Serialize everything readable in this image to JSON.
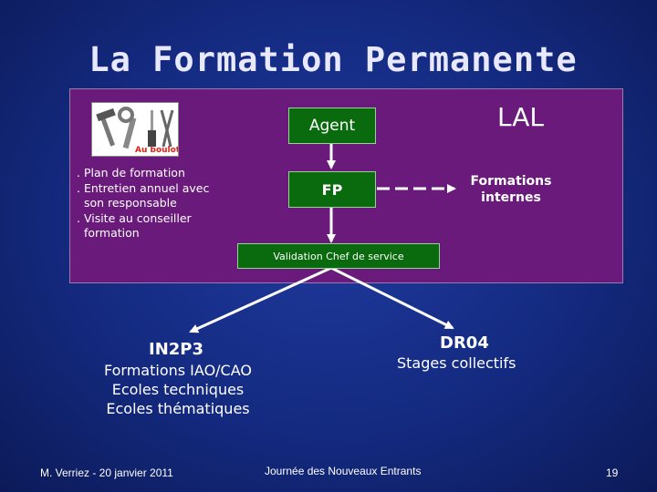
{
  "slide": {
    "title": "La Formation Permanente",
    "lab": "LAL"
  },
  "diagram": {
    "agent": "Agent",
    "fp": "FP",
    "formations_internes": [
      "Formations",
      "internes"
    ],
    "validation": "Validation Chef de service",
    "tools_caption": "Au boulot !",
    "plan_items": [
      ". Plan de formation",
      ". Entretien annuel avec",
      "  son responsable",
      ". Visite au conseiller",
      "  formation"
    ],
    "in2p3": {
      "title": "IN2P3",
      "lines": [
        "Formations IAO/CAO",
        "Ecoles techniques",
        "Ecoles thématiques"
      ]
    },
    "dr04": {
      "title": "DR04",
      "subtitle": "Stages collectifs"
    }
  },
  "footer": {
    "author_date": "M. Verriez - 20 janvier 2011",
    "event": "Journée des Nouveaux Entrants",
    "page": "19"
  },
  "colors": {
    "purple_panel": "#6a1a7a",
    "green_box": "#0a6a0e",
    "caption_red": "#e0201a"
  }
}
